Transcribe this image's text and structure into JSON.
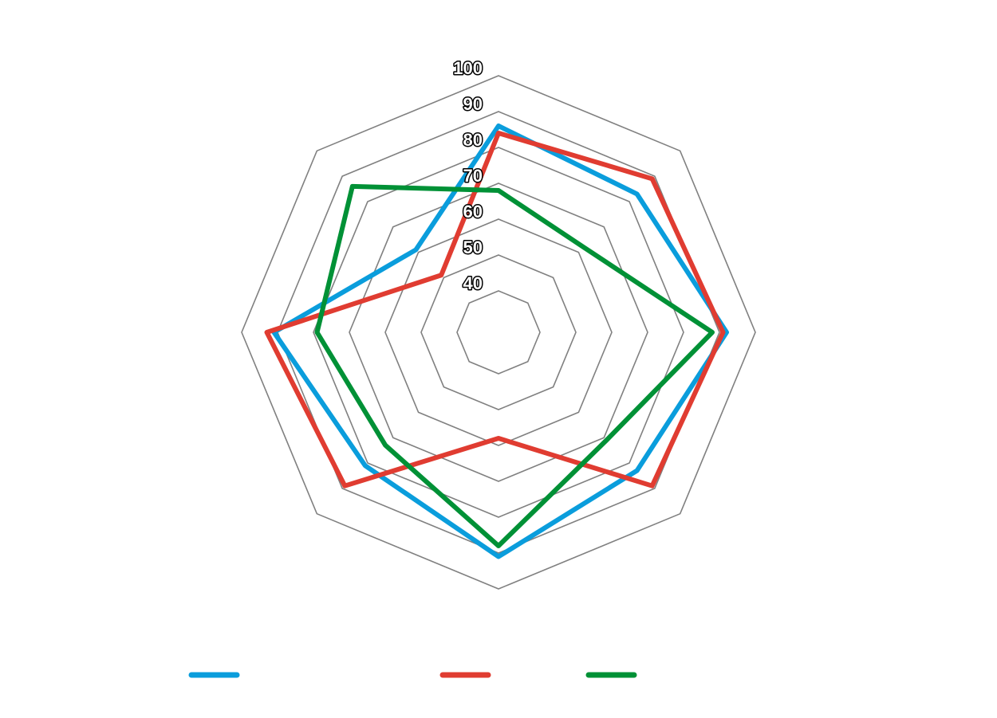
{
  "chart_data": {
    "type": "radar",
    "axes_count": 8,
    "r_ticks": [
      40,
      50,
      60,
      70,
      80,
      90,
      100
    ],
    "r_range": [
      40,
      100
    ],
    "grid": true,
    "legend_placement": "bottom",
    "series": [
      {
        "color": "#0A9DDC",
        "values": [
          86,
          83,
          92,
          83,
          91,
          81,
          91,
          61
        ]
      },
      {
        "color": "#E03C31",
        "values": [
          84,
          89,
          91,
          89,
          58,
          89,
          93,
          51
        ]
      },
      {
        "color": "#009136",
        "values": [
          68,
          62,
          88,
          71,
          88,
          73,
          79,
          86
        ]
      }
    ]
  }
}
